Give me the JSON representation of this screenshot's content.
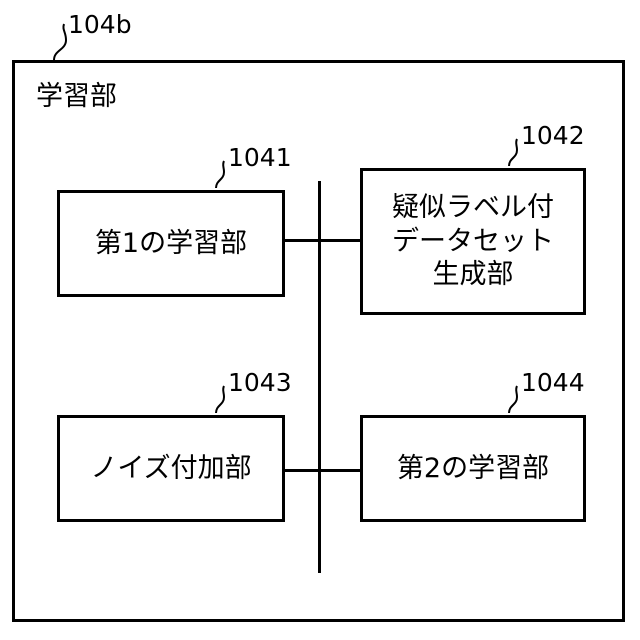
{
  "diagram": {
    "main_ref": "104b",
    "main_title": "学習部",
    "blocks": [
      {
        "ref": "1041",
        "lines": [
          "第1の学習部"
        ]
      },
      {
        "ref": "1042",
        "lines": [
          "疑似ラベル付",
          "データセット",
          "生成部"
        ]
      },
      {
        "ref": "1043",
        "lines": [
          "ノイズ付加部"
        ]
      },
      {
        "ref": "1044",
        "lines": [
          "第2の学習部"
        ]
      }
    ]
  }
}
